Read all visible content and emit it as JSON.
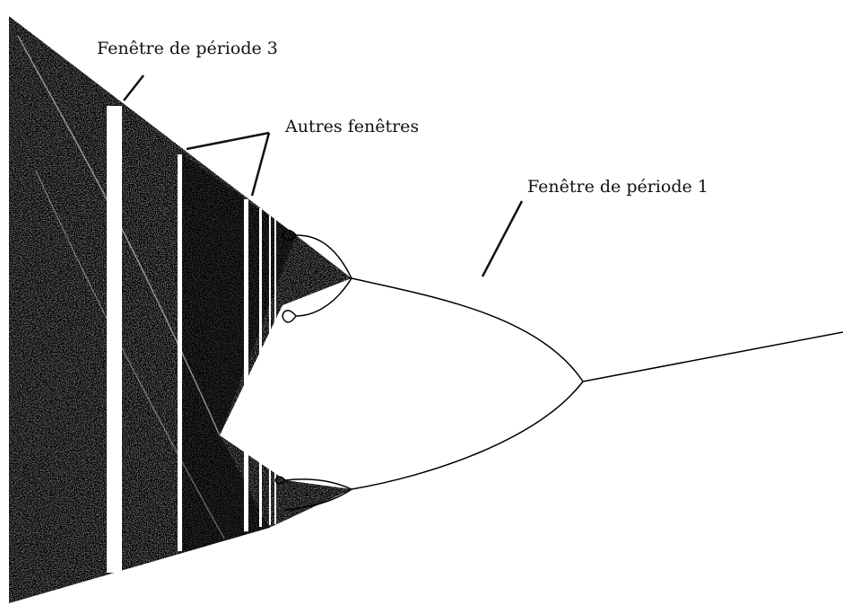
{
  "labels": {
    "period3": "Fenêtre de période 3",
    "others": "Autres fenêtres",
    "period1": "Fenêtre de période 1"
  },
  "colors": {
    "ink": "#000000",
    "paper": "#ffffff"
  }
}
